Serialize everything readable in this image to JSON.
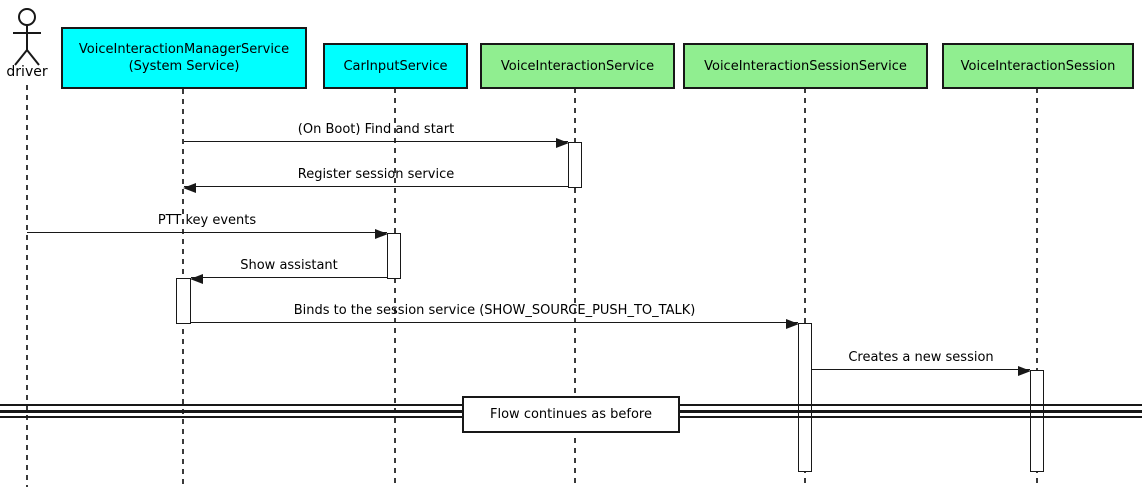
{
  "colors": {
    "participant-cyan": "#00ffff",
    "participant-green": "#90ee90",
    "line": "#181818",
    "background": "#ffffff"
  },
  "actor": {
    "label": "driver"
  },
  "participants": [
    {
      "id": "voice-interaction-manager-service",
      "line1": "VoiceInteractionManagerService",
      "line2": "(System Service)",
      "color": "cyan"
    },
    {
      "id": "car-input-service",
      "line1": "CarInputService",
      "color": "cyan"
    },
    {
      "id": "voice-interaction-service",
      "line1": "VoiceInteractionService",
      "color": "green"
    },
    {
      "id": "voice-interaction-session-service",
      "line1": "VoiceInteractionSessionService",
      "color": "green"
    },
    {
      "id": "voice-interaction-session",
      "line1": "VoiceInteractionSession",
      "color": "green"
    }
  ],
  "messages": [
    {
      "label": "(On Boot) Find and start",
      "from": "VoiceInteractionManagerService (System Service)",
      "to": "VoiceInteractionService",
      "direction": "right"
    },
    {
      "label": "Register session service",
      "from": "VoiceInteractionService",
      "to": "VoiceInteractionManagerService (System Service)",
      "direction": "left"
    },
    {
      "label": "PTT key events",
      "from": "driver",
      "to": "CarInputService",
      "direction": "right"
    },
    {
      "label": "Show assistant",
      "from": "CarInputService",
      "to": "VoiceInteractionManagerService (System Service)",
      "direction": "left"
    },
    {
      "label": "Binds to the session service (SHOW_SOURCE_PUSH_TO_TALK)",
      "from": "VoiceInteractionManagerService (System Service)",
      "to": "VoiceInteractionSessionService",
      "direction": "right"
    },
    {
      "label": "Creates a new session",
      "from": "VoiceInteractionSessionService",
      "to": "VoiceInteractionSession",
      "direction": "right"
    }
  ],
  "divider": {
    "label": "Flow continues as before"
  }
}
